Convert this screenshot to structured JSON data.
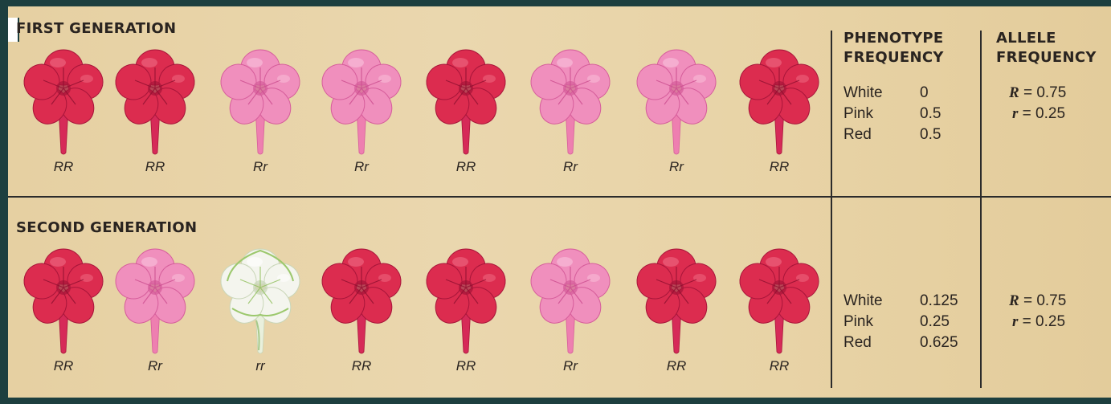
{
  "sections": [
    {
      "title": "FIRST GENERATION",
      "flowers": [
        {
          "genotype": "RR",
          "color": "red"
        },
        {
          "genotype": "RR",
          "color": "red"
        },
        {
          "genotype": "Rr",
          "color": "pink"
        },
        {
          "genotype": "Rr",
          "color": "pink"
        },
        {
          "genotype": "RR",
          "color": "red"
        },
        {
          "genotype": "Rr",
          "color": "pink"
        },
        {
          "genotype": "Rr",
          "color": "pink"
        },
        {
          "genotype": "RR",
          "color": "red"
        }
      ],
      "phenotypes": [
        {
          "label": "White",
          "value": "0"
        },
        {
          "label": "Pink",
          "value": "0.5"
        },
        {
          "label": "Red",
          "value": "0.5"
        }
      ],
      "alleles": [
        {
          "symbol": "R",
          "eq": " = 0.75"
        },
        {
          "symbol": "r",
          "eq": " = 0.25"
        }
      ]
    },
    {
      "title": "SECOND GENERATION",
      "flowers": [
        {
          "genotype": "RR",
          "color": "red"
        },
        {
          "genotype": "Rr",
          "color": "pink"
        },
        {
          "genotype": "rr",
          "color": "white"
        },
        {
          "genotype": "RR",
          "color": "red"
        },
        {
          "genotype": "RR",
          "color": "red"
        },
        {
          "genotype": "Rr",
          "color": "pink"
        },
        {
          "genotype": "RR",
          "color": "red"
        },
        {
          "genotype": "RR",
          "color": "red"
        }
      ],
      "phenotypes": [
        {
          "label": "White",
          "value": "0.125"
        },
        {
          "label": "Pink",
          "value": "0.25"
        },
        {
          "label": "Red",
          "value": "0.625"
        }
      ],
      "alleles": [
        {
          "symbol": "R",
          "eq": " = 0.75"
        },
        {
          "symbol": "r",
          "eq": " = 0.25"
        }
      ]
    }
  ],
  "table_headers": {
    "phenotype": "PHENOTYPE\nFREQUENCY",
    "allele": "ALLELE\nFREQUENCY"
  },
  "colors": {
    "background": "#1d3f3f",
    "paper": "#e8d3a6",
    "red": "#dc2c4f",
    "pink": "#f08fbd",
    "white": "#f4f5ee"
  }
}
